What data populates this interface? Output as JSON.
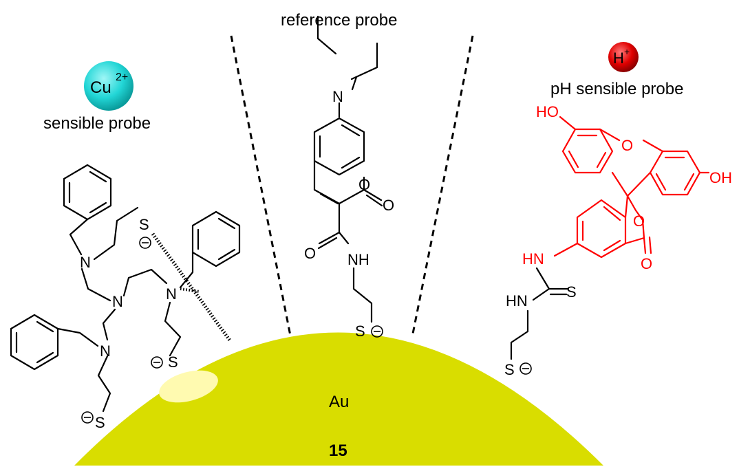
{
  "labels": {
    "reference_probe": "reference probe",
    "cu_probe": "sensible probe",
    "ph_probe": "pH sensible probe",
    "gold": "Au",
    "compound_number": "15"
  },
  "ions": {
    "cu": "Cu",
    "cu_charge": "2+",
    "h": "H",
    "h_charge": "+"
  },
  "atoms": {
    "N": "N",
    "S": "S",
    "O": "O",
    "NH": "NH",
    "HN": "HN",
    "HO": "HO",
    "OH": "OH"
  },
  "colors": {
    "gold": "#d9dd00",
    "gold_highlight": "#fffab0",
    "cu_ion": "#22d6d6",
    "h_ion": "#e00000",
    "fluorescein": "#ff0000"
  }
}
